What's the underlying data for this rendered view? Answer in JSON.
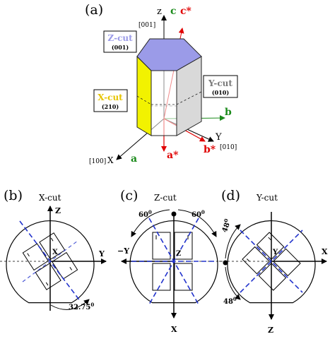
{
  "colors": {
    "zcut_face": "#9b9be8",
    "xcut_face": "#f2f200",
    "ycut_face": "#d9d9d9",
    "green": "#1a8a1a",
    "red": "#e00000",
    "blue_dash": "#2233cc",
    "ink": "#000000"
  },
  "panel_a": {
    "label": "(a)",
    "axis_z": {
      "letter": "z",
      "index": "[001]",
      "c": "c",
      "cstar": "c*"
    },
    "axis_y": {
      "letter": "Y",
      "index": "[010]",
      "b": "b",
      "bstar": "b*"
    },
    "axis_x": {
      "index": "[100]",
      "letter": "X",
      "a": "a",
      "astar": "a*"
    },
    "zcut": {
      "name": "Z-cut",
      "miller": "(001)"
    },
    "xcut": {
      "name": "X-cut",
      "miller": "(210)"
    },
    "ycut": {
      "name": "Y-cut",
      "miller": "(010)"
    }
  },
  "panel_b": {
    "label": "(b)",
    "title": "X-cut",
    "axis_up": "Z",
    "axis_right": "Y",
    "center": "X",
    "angle": "32.75",
    "deg": "0"
  },
  "panel_c": {
    "label": "(c)",
    "title": "Z-cut",
    "axis_left": "−Y",
    "axis_down": "X",
    "center": "Z",
    "angle_left": "60",
    "angle_right": "60",
    "deg": "0"
  },
  "panel_d": {
    "label": "(d)",
    "title": "Y-cut",
    "axis_right": "X",
    "axis_down": "Z",
    "center": "Y",
    "angle_top": "48",
    "angle_bottom": "48",
    "deg": "0"
  }
}
